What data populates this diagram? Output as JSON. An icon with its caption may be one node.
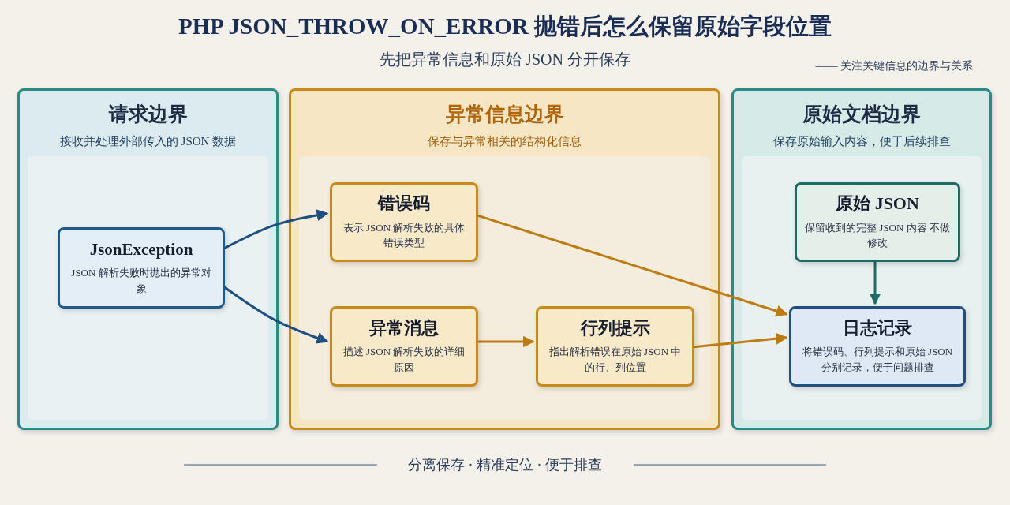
{
  "diagram": {
    "title": "PHP JSON_THROW_ON_ERROR 抛错后怎么保留原始字段位置",
    "nodes": [
      {
        "text": [
          "请求边界",
          "接收并处理外部传入的 JSON 数据"
        ]
      },
      {
        "text": [
          "JsonException",
          "JSON 解析失败时抛出的异常对象"
        ],
        "in": 0
      },
      {
        "text": [
          "异常信息边界",
          "保存与异常相关的结构化信息"
        ]
      },
      {
        "text": [
          "错误码",
          "表示 JSON 解析失败的具体错误类型"
        ],
        "in": 2
      },
      {
        "text": [
          "异常消息",
          "描述 JSON 解析失败的详细原因"
        ],
        "in": 2
      },
      {
        "text": [
          "行列提示",
          "指出解析错误在原始 JSON 中的行、列位置"
        ],
        "in": 2
      },
      {
        "text": [
          "原始文档边界",
          "保存原始输入内容，便于后续排查"
        ]
      },
      {
        "text": [
          "原始 JSON",
          "保留收到的完整 JSON 内容 不做修改"
        ],
        "in": 6
      },
      {
        "text": [
          "日志记录",
          "将错误码、行列提示和原始 JSON 分别记录，便于问题排查"
        ],
        "in": 6
      }
    ],
    "edges": [
      {
        "from": 1,
        "to": 3,
        "arrow": "to",
        "color": "#1f4f80"
      },
      {
        "from": 1,
        "to": 4,
        "arrow": "to",
        "color": "#1f4f80"
      },
      {
        "from": 3,
        "to": 8,
        "arrow": "to"
      },
      {
        "from": 4,
        "to": 5,
        "arrow": "to"
      },
      {
        "from": 5,
        "to": 8,
        "arrow": "to"
      },
      {
        "from": 7,
        "to": 8,
        "arrow": "to",
        "color": "#1c6b64"
      }
    ],
    "labels": [
      "先把异常信息和原始 JSON 分开保存",
      "—— 关注关键信息的边界与关系",
      "分离保存 · 精准定位 · 便于排查"
    ]
  }
}
